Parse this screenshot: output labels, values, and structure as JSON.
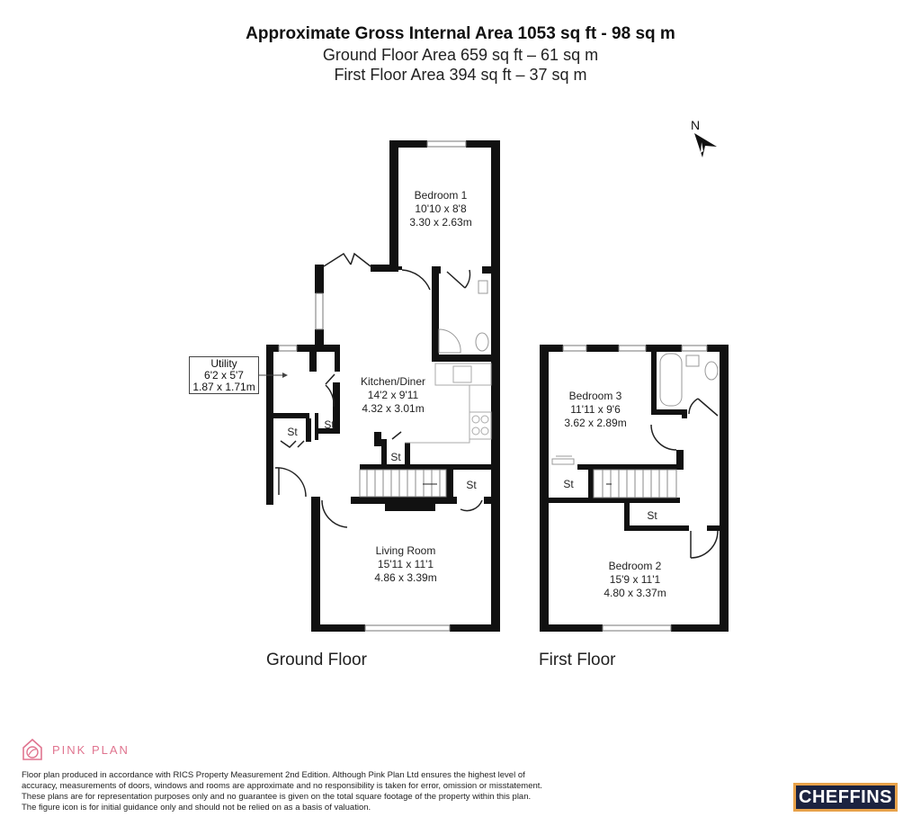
{
  "header": {
    "title": "Approximate Gross Internal Area 1053 sq ft - 98 sq m",
    "ground_area": "Ground Floor Area 659 sq ft – 61 sq m",
    "first_area": "First Floor Area 394 sq ft – 37 sq m"
  },
  "compass": {
    "label": "N",
    "icon": "north-arrow-icon"
  },
  "floors": {
    "ground": {
      "label": "Ground Floor",
      "rooms": {
        "bedroom1": {
          "name": "Bedroom 1",
          "imperial": "10'10 x 8'8",
          "metric": "3.30 x 2.63m"
        },
        "kitchen": {
          "name": "Kitchen/Diner",
          "imperial": "14'2 x 9'11",
          "metric": "4.32 x 3.01m"
        },
        "utility": {
          "name": "Utility",
          "imperial": "6'2 x 5'7",
          "metric": "1.87 x 1.71m"
        },
        "living": {
          "name": "Living Room",
          "imperial": "15'11 x 11'1",
          "metric": "4.86 x 3.39m"
        },
        "stores": [
          "St",
          "St",
          "St",
          "St"
        ]
      }
    },
    "first": {
      "label": "First Floor",
      "rooms": {
        "bedroom3": {
          "name": "Bedroom 3",
          "imperial": "11'11 x 9'6",
          "metric": "3.62 x 2.89m"
        },
        "bedroom2": {
          "name": "Bedroom 2",
          "imperial": "15'9 x 11'1",
          "metric": "4.80 x 3.37m"
        },
        "stores": [
          "St",
          "St"
        ]
      }
    }
  },
  "footer": {
    "brand": "PINK PLAN",
    "brand_color": "#e0748f",
    "disclaimer": "Floor plan produced in accordance with RICS Property Measurement 2nd Edition. Although Pink Plan Ltd ensures the highest level of accuracy, measurements of doors, windows and rooms are approximate and no responsibility is taken for error, omission or misstatement. These plans are for representation purposes only and no guarantee is given on the total square footage of the property within this plan. The figure icon is for initial guidance only and should not be relied on as a basis of valuation.",
    "agent_logo": "CHEFFINS",
    "agent_bg": "#1c2340",
    "agent_border": "#e8a24a"
  }
}
